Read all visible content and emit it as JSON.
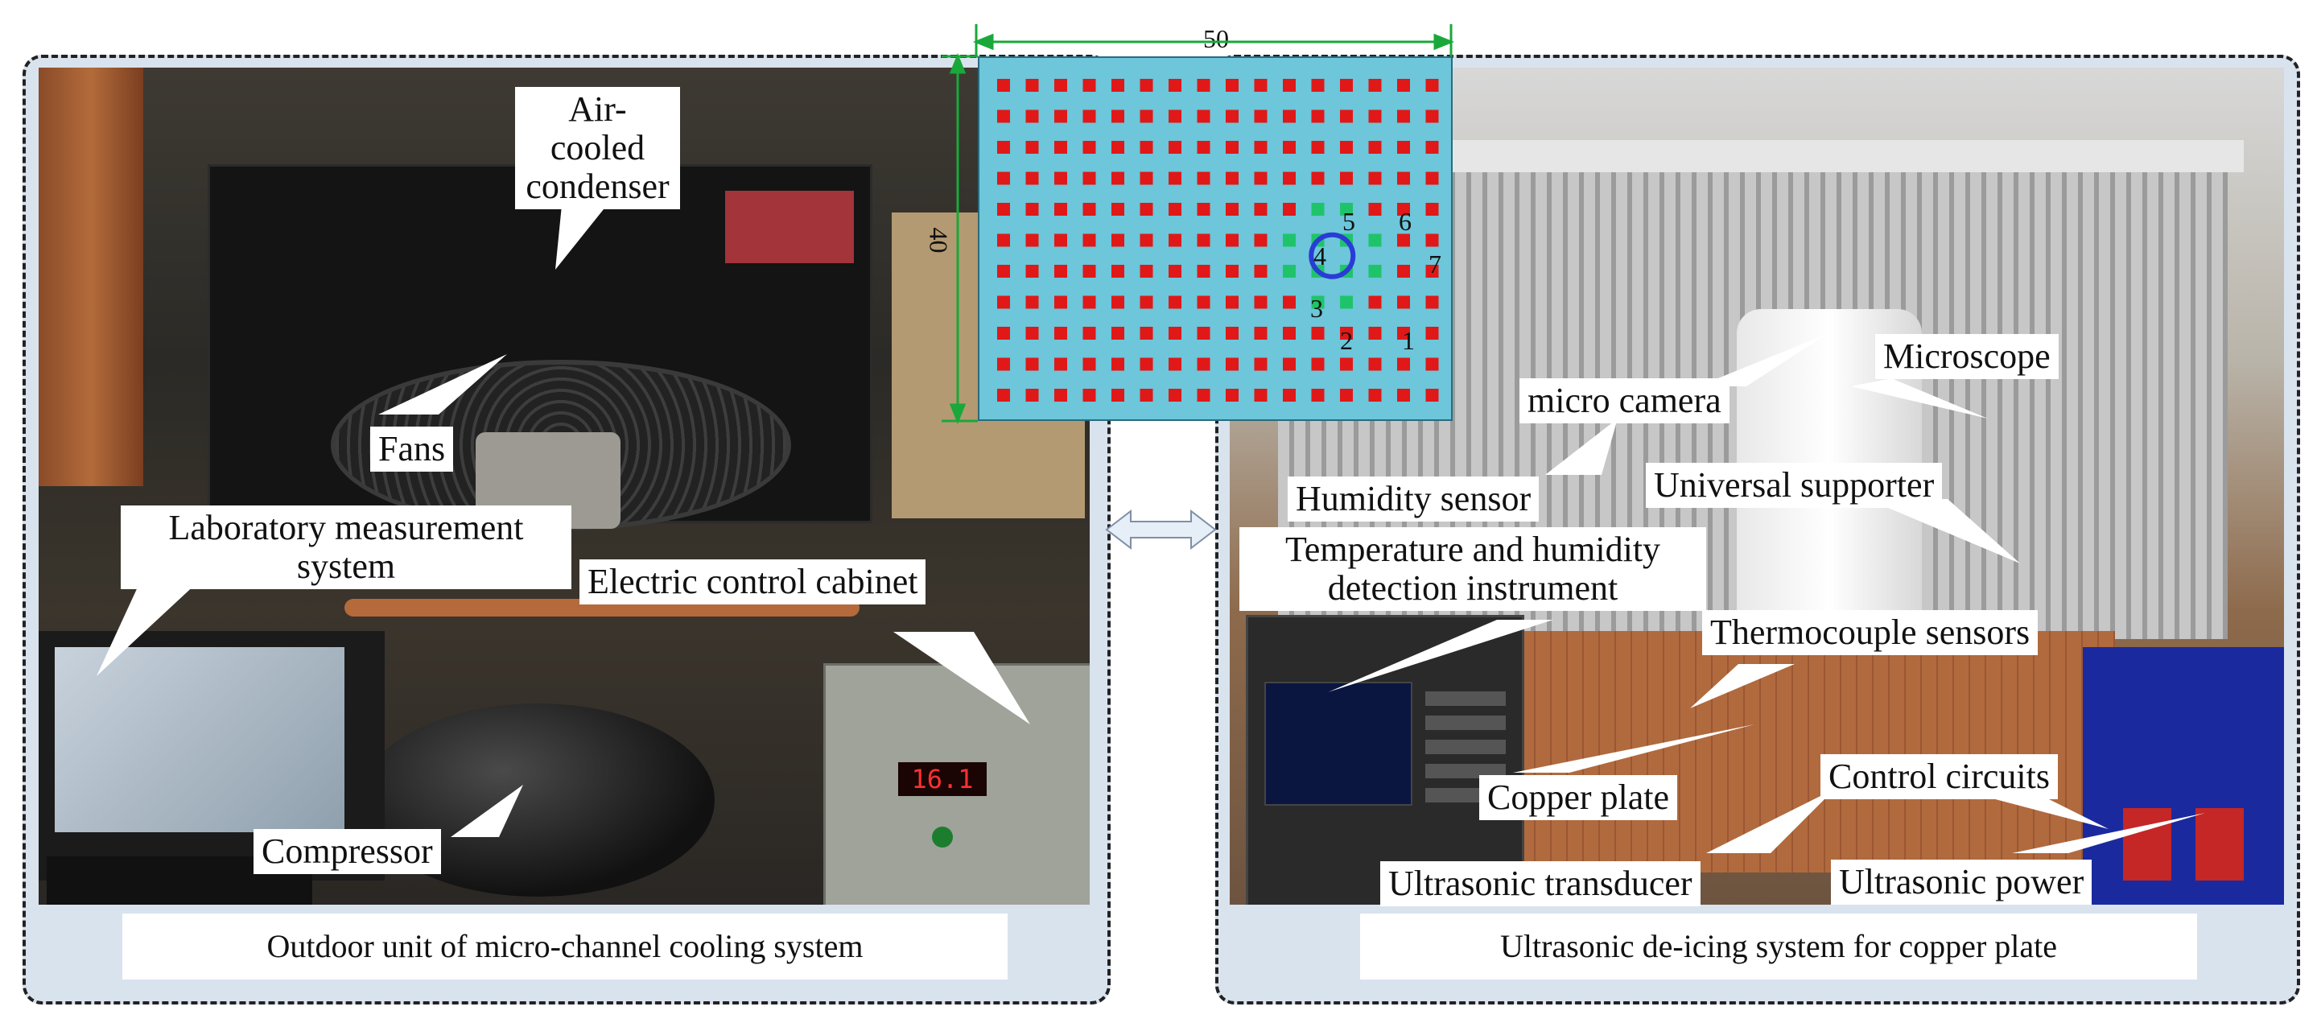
{
  "panels": {
    "left_caption": "Outdoor unit of micro-channel cooling system",
    "right_caption": "Ultrasonic de-icing system for copper plate"
  },
  "labels": {
    "air_cooled_condenser": "Air-cooled condenser",
    "fans": "Fans",
    "laboratory_measurement_system": "Laboratory measurement system",
    "electric_control_cabinet": "Electric control cabinet",
    "compressor": "Compressor",
    "micro_camera": "micro camera",
    "microscope": "Microscope",
    "humidity_sensor": "Humidity sensor",
    "universal_supporter": "Universal supporter",
    "temp_humidity_instrument": "Temperature and humidity detection instrument",
    "thermocouple_sensors": "Thermocouple sensors",
    "copper_plate": "Copper plate",
    "control_circuits": "Control circuits",
    "ultrasonic_transducer": "Ultrasonic transducer",
    "ultrasonic_power": "Ultrasonic power"
  },
  "grid": {
    "width_label": "50",
    "height_label": "40",
    "point_labels": [
      "1",
      "2",
      "3",
      "4",
      "5",
      "6",
      "7"
    ]
  },
  "display": {
    "cabinet_readout": "16.1"
  },
  "colors": {
    "grid_background": "#6dc6d9",
    "grid_square": "#e01818",
    "marker_square": "#1fc46a",
    "marker_circle": "#2a3bd6",
    "dimension_arrow": "#1aa83a",
    "panel_fill": "#d9e3ee"
  }
}
